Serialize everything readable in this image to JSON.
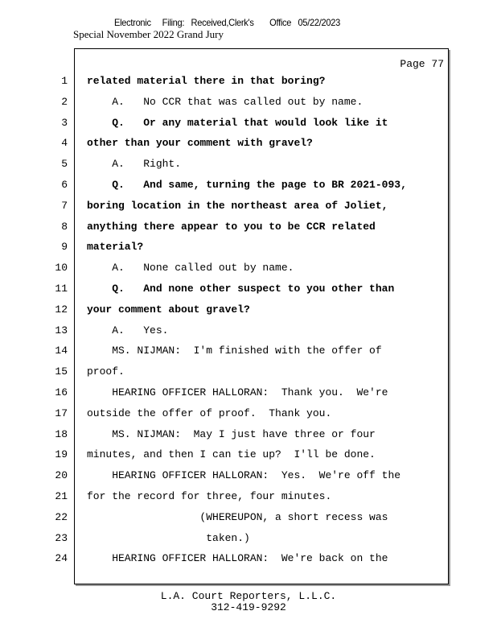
{
  "header": {
    "stamp": "Electronic     Filing:   Received,Clerk's       Office   05/22/2023",
    "case_title": "Special November 2022 Grand Jury"
  },
  "page_label": "Page 77",
  "lines": [
    {
      "n": "1",
      "text": "related material there in that boring?",
      "bold": true
    },
    {
      "n": "2",
      "text": "    A.   No CCR that was called out by name.",
      "bold": false
    },
    {
      "n": "3",
      "text": "    Q.   Or any material that would look like it",
      "bold": true
    },
    {
      "n": "4",
      "text": "other than your comment with gravel?",
      "bold": true
    },
    {
      "n": "5",
      "text": "    A.   Right.",
      "bold": false
    },
    {
      "n": "6",
      "text": "    Q.   And same, turning the page to BR 2021-093,",
      "bold": true
    },
    {
      "n": "7",
      "text": "boring location in the northeast area of Joliet,",
      "bold": true
    },
    {
      "n": "8",
      "text": "anything there appear to you to be CCR related",
      "bold": true
    },
    {
      "n": "9",
      "text": "material?",
      "bold": true
    },
    {
      "n": "10",
      "text": "    A.   None called out by name.",
      "bold": false
    },
    {
      "n": "11",
      "text": "    Q.   And none other suspect to you other than",
      "bold": true
    },
    {
      "n": "12",
      "text": "your comment about gravel?",
      "bold": true
    },
    {
      "n": "13",
      "text": "    A.   Yes.",
      "bold": false
    },
    {
      "n": "14",
      "text": "    MS. NIJMAN:  I'm finished with the offer of",
      "bold": false
    },
    {
      "n": "15",
      "text": "proof.",
      "bold": false
    },
    {
      "n": "16",
      "text": "    HEARING OFFICER HALLORAN:  Thank you.  We're",
      "bold": false
    },
    {
      "n": "17",
      "text": "outside the offer of proof.  Thank you.",
      "bold": false
    },
    {
      "n": "18",
      "text": "    MS. NIJMAN:  May I just have three or four",
      "bold": false
    },
    {
      "n": "19",
      "text": "minutes, and then I can tie up?  I'll be done.",
      "bold": false
    },
    {
      "n": "20",
      "text": "    HEARING OFFICER HALLORAN:  Yes.  We're off the",
      "bold": false
    },
    {
      "n": "21",
      "text": "for the record for three, four minutes.",
      "bold": false
    },
    {
      "n": "22",
      "text": "                  (WHEREUPON, a short recess was",
      "bold": false
    },
    {
      "n": "23",
      "text": "                   taken.)",
      "bold": false
    },
    {
      "n": "24",
      "text": "    HEARING OFFICER HALLORAN:  We're back on the",
      "bold": false
    }
  ],
  "footer": {
    "company": "L.A. Court Reporters, L.L.C.",
    "phone": "312-419-9292"
  }
}
